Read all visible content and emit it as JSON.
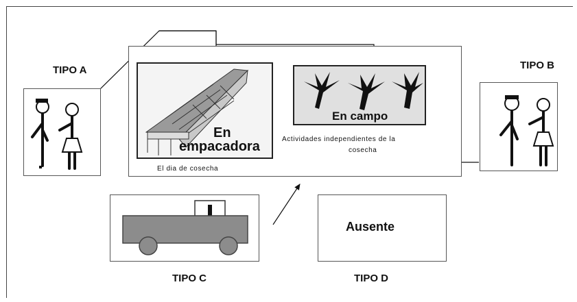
{
  "labels": {
    "tipo_a": "TIPO A",
    "tipo_b": "TIPO B",
    "tipo_c": "TIPO C",
    "tipo_d": "TIPO D"
  },
  "empacadora": {
    "line1": "En",
    "line2": "empacadora"
  },
  "campo": {
    "title": "En campo",
    "caption_line1": "Actividades independientes de la",
    "caption_line2": "cosecha"
  },
  "harvest_day": "El dia de cosecha",
  "ausente": "Ausente",
  "colors": {
    "box_border": "#555555",
    "ink": "#111111",
    "truck_body": "#8c8c8c",
    "building_fill": "#bdbdbd",
    "photo_frame": "#222222"
  }
}
